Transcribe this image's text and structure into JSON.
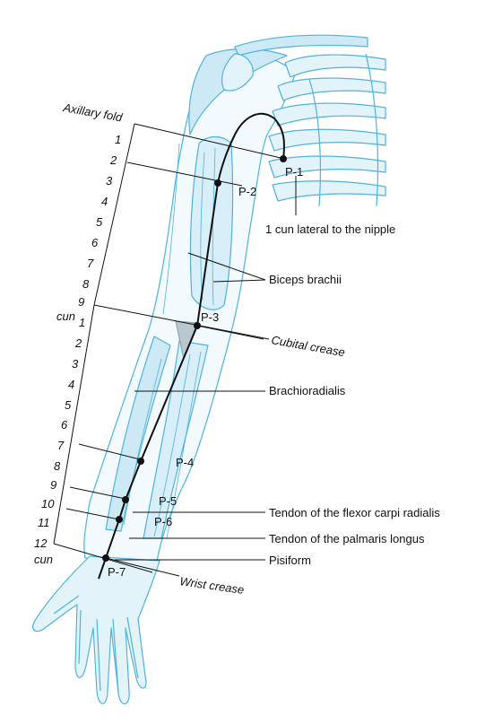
{
  "colors": {
    "anatomy_fill": "#cde9f5",
    "anatomy_line": "#4fb3dd",
    "ink": "#111111"
  },
  "scale_upper": {
    "top_label": "Axillary fold",
    "ticks": [
      "1",
      "2",
      "3",
      "4",
      "5",
      "6",
      "7",
      "8",
      "9"
    ],
    "unit": "cun"
  },
  "scale_lower": {
    "ticks": [
      "1",
      "2",
      "3",
      "4",
      "5",
      "6",
      "7",
      "8",
      "9",
      "10",
      "11",
      "12"
    ],
    "unit": "cun"
  },
  "points": [
    "P-1",
    "P-2",
    "P-3",
    "P-4",
    "P-5",
    "P-6",
    "P-7"
  ],
  "labels": {
    "nipple_note": "1 cun lateral to the nipple",
    "biceps": "Biceps brachii",
    "cubital": "Cubital crease",
    "brachioradialis": "Brachioradialis",
    "flexor": "Tendon of the flexor carpi radialis",
    "palmaris": "Tendon of the palmaris longus",
    "pisiform": "Pisiform",
    "wrist": "Wrist crease"
  }
}
